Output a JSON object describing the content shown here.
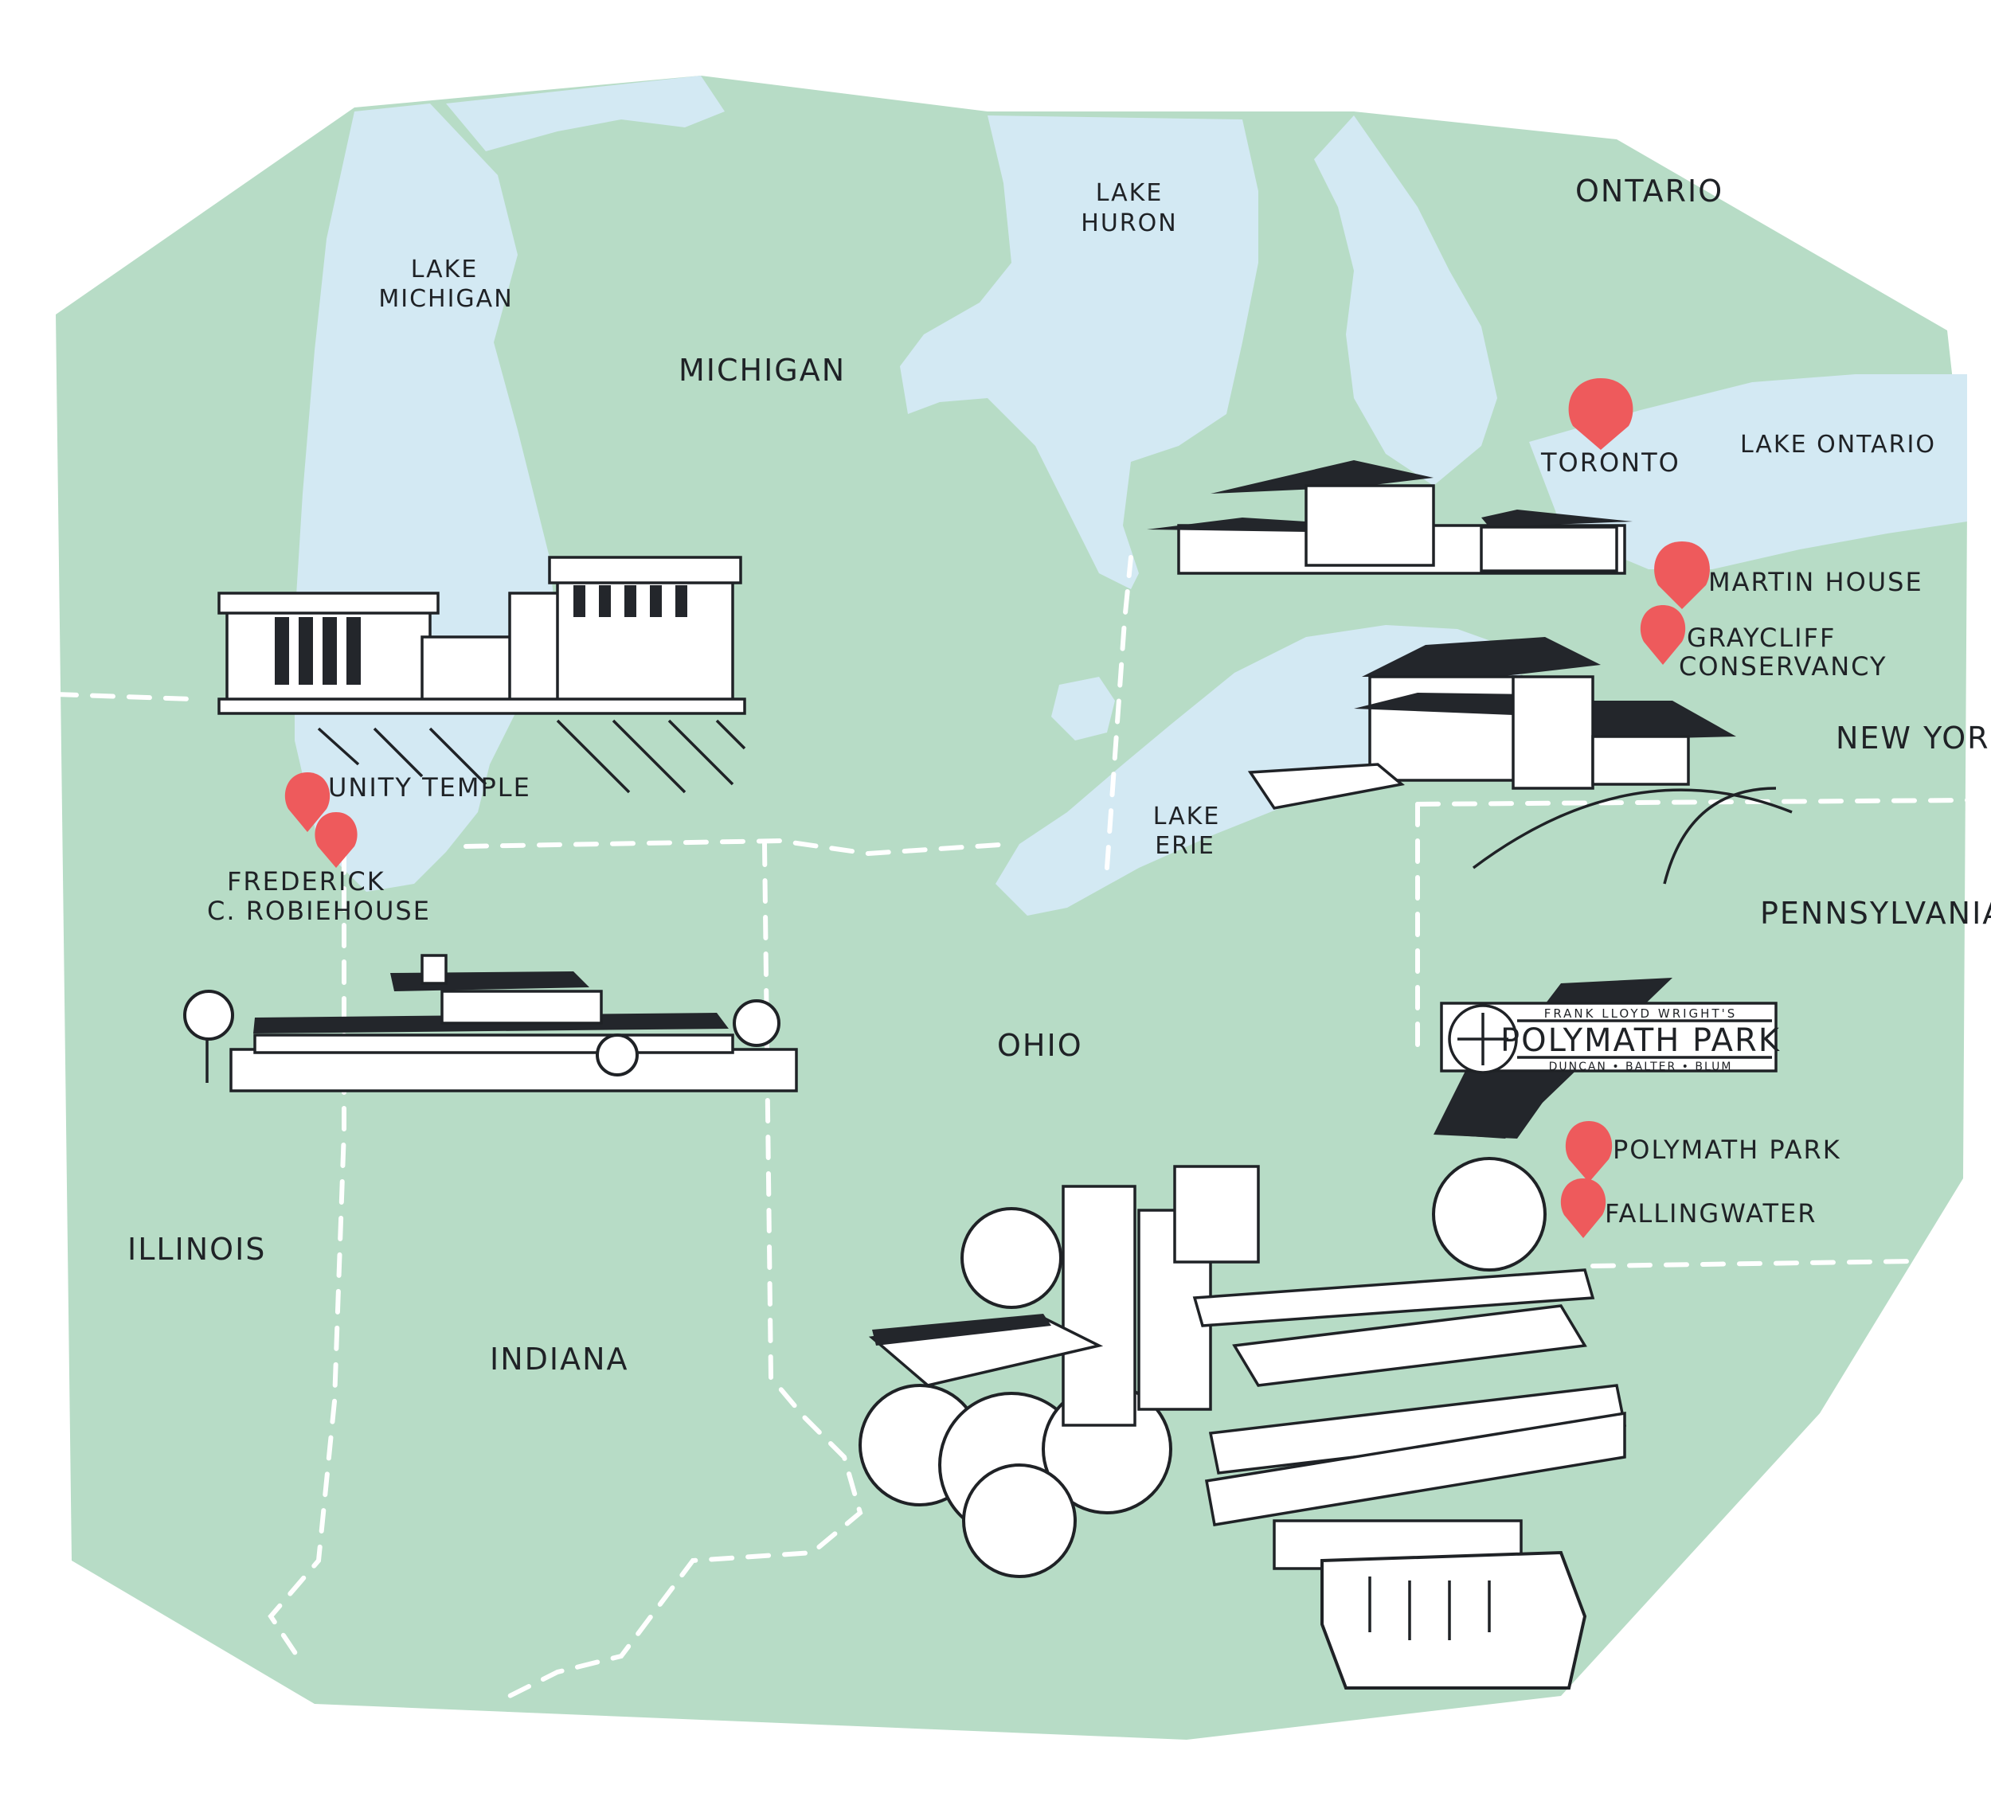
{
  "colors": {
    "land": "#b7dcc6",
    "water": "#d3e9f3",
    "pin": "#ee5a5c",
    "ink": "#1f2226",
    "border": "#ffffff"
  },
  "regions": {
    "michigan": "MICHIGAN",
    "ontario": "ONTARIO",
    "new_york": "NEW YORK",
    "pennsylvania": "PENNSYLVANIA",
    "ohio": "OHIO",
    "illinois": "ILLINOIS",
    "indiana": "INDIANA"
  },
  "water": {
    "lake_michigan": [
      "LAKE",
      "MICHIGAN"
    ],
    "lake_huron": [
      "LAKE",
      "HURON"
    ],
    "lake_erie": [
      "LAKE",
      "ERIE"
    ],
    "lake_ontario": "LAKE ONTARIO"
  },
  "pins": [
    {
      "id": "toronto",
      "label": [
        "TORONTO"
      ]
    },
    {
      "id": "martin-house",
      "label": [
        "MARTIN HOUSE"
      ]
    },
    {
      "id": "graycliff",
      "label": [
        "GRAYCLIFF",
        "CONSERVANCY"
      ]
    },
    {
      "id": "unity-temple",
      "label": [
        "UNITY TEMPLE"
      ]
    },
    {
      "id": "robie-house",
      "label": [
        "FREDERICK",
        "C. ROBIEHOUSE"
      ]
    },
    {
      "id": "polymath-park",
      "label": [
        "POLYMATH PARK"
      ]
    },
    {
      "id": "fallingwater",
      "label": [
        "FALLINGWATER"
      ]
    }
  ],
  "sign": {
    "top": "FRANK LLOYD WRIGHT'S",
    "main": "POLYMATH PARK",
    "bottom": "DUNCAN • BALTER • BLUM"
  }
}
